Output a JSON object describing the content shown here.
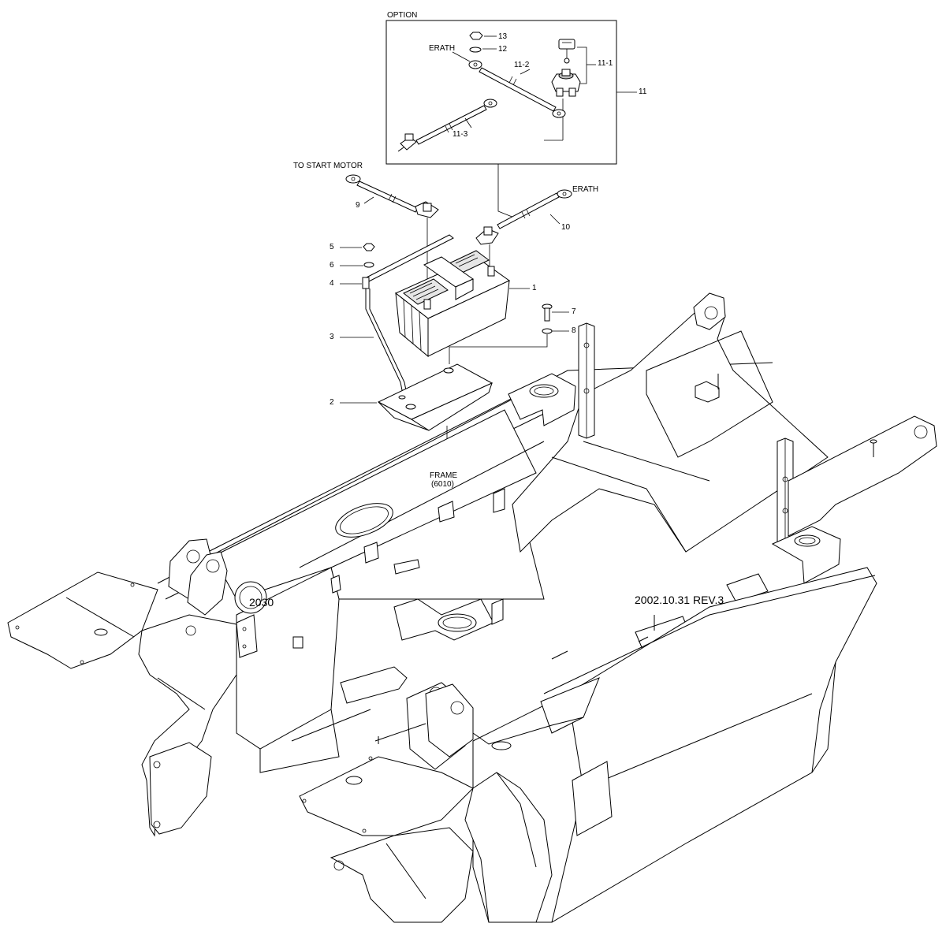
{
  "labels": {
    "option": "OPTION",
    "erath_top": "ERATH",
    "erath_right": "ERATH",
    "to_start_motor": "TO START MOTOR",
    "frame": "FRAME",
    "frame_code": "(6010)",
    "drawing_no": "2030",
    "revision": "2002.10.31 REV.3"
  },
  "callouts": [
    "13",
    "12",
    "11-2",
    "11-1",
    "11",
    "11-3",
    "9",
    "10",
    "5",
    "6",
    "4",
    "1",
    "7",
    "8",
    "3",
    "2"
  ]
}
